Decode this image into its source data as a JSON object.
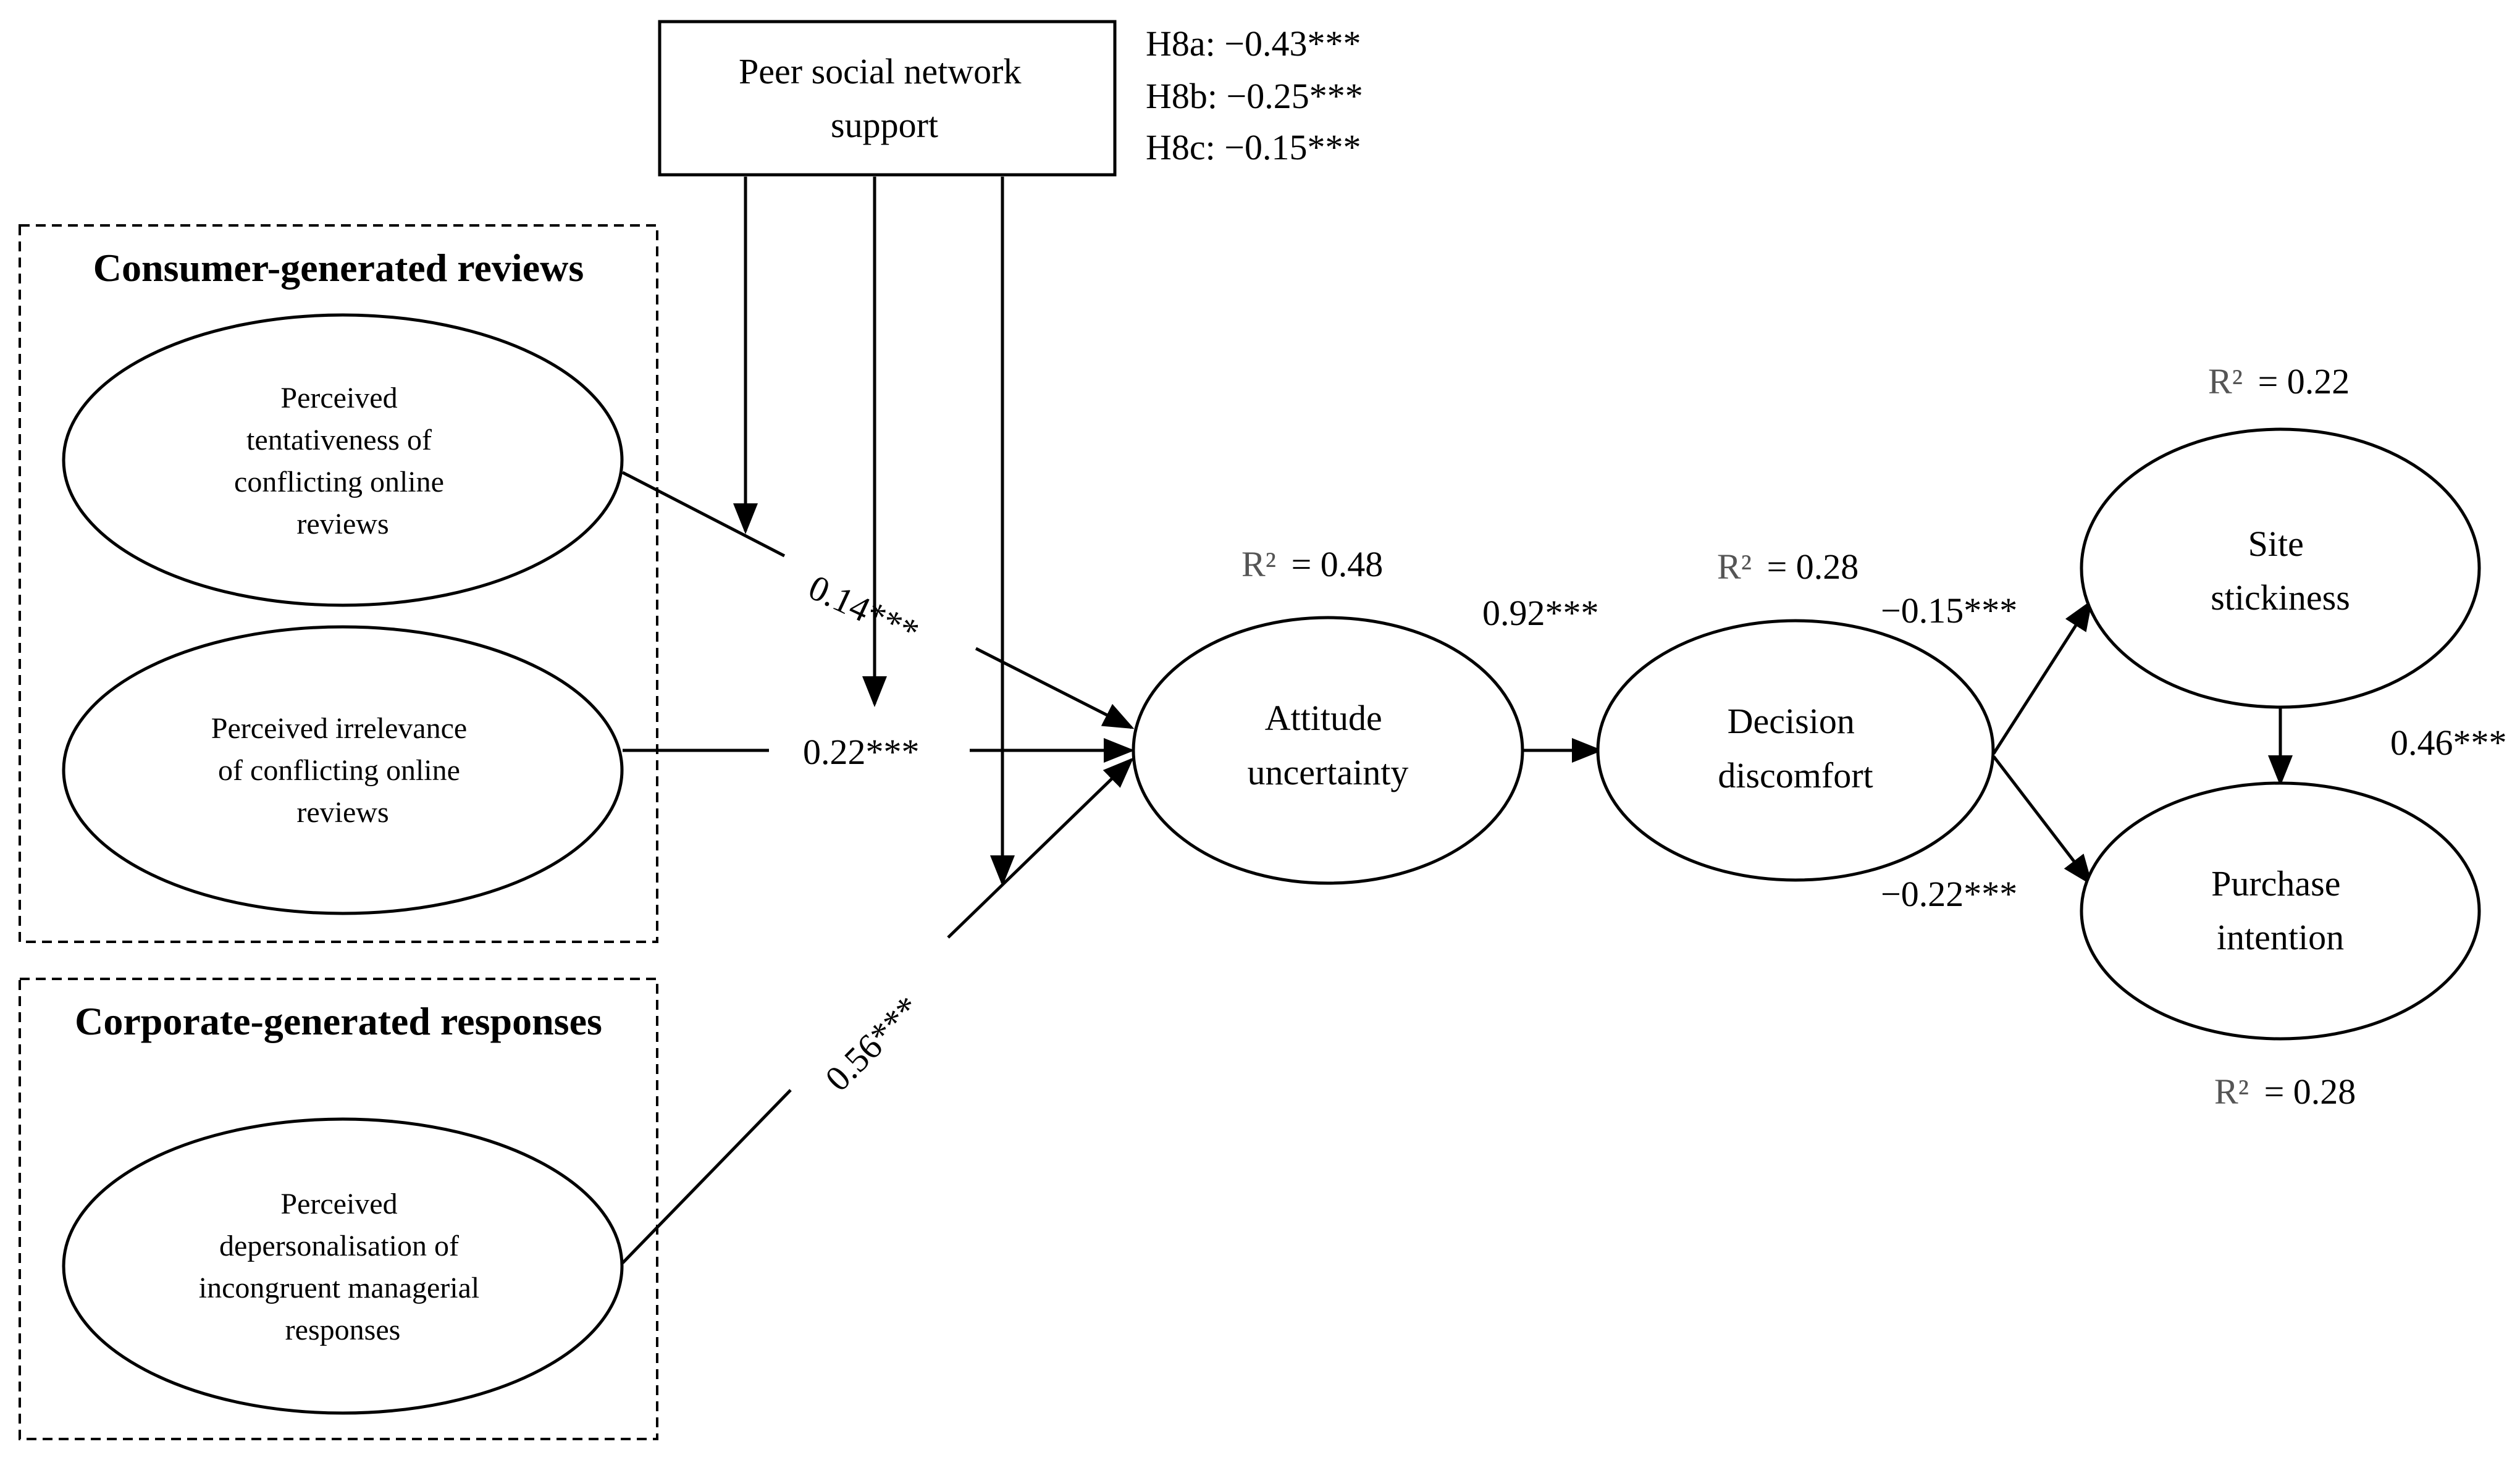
{
  "groups": {
    "consumer": "Consumer-generated reviews",
    "corporate": "Corporate-generated responses"
  },
  "moderator": {
    "line1": "Peer social network",
    "line2": "support"
  },
  "hypotheses": {
    "h8a": "H8a: −0.43***",
    "h8b": "H8b: −0.25***",
    "h8c": "H8c: −0.15***"
  },
  "nodes": {
    "tentativeness": [
      "Perceived",
      "tentativeness of",
      "conflicting online",
      "reviews"
    ],
    "irrelevance": [
      "Perceived irrelevance",
      "of conflicting online",
      "reviews"
    ],
    "depersonalisation": [
      "Perceived",
      "depersonalisation of",
      "incongruent managerial",
      "responses"
    ],
    "attitude": [
      "Attitude",
      "uncertainty"
    ],
    "decision": [
      "Decision",
      "discomfort"
    ],
    "stickiness": [
      "Site",
      "stickiness"
    ],
    "purchase": [
      "Purchase",
      "intention"
    ]
  },
  "paths": {
    "tentativeness_attitude": "0.14***",
    "irrelevance_attitude": "0.22***",
    "depersonalisation_attitude": "0.56***",
    "attitude_decision": "0.92***",
    "decision_stickiness": "−0.15***",
    "decision_purchase": "−0.22***",
    "stickiness_purchase": "0.46***"
  },
  "r_squared": {
    "symbol": "R²",
    "attitude": "= 0.48",
    "decision": "= 0.28",
    "stickiness": "= 0.22",
    "purchase": "= 0.28"
  }
}
